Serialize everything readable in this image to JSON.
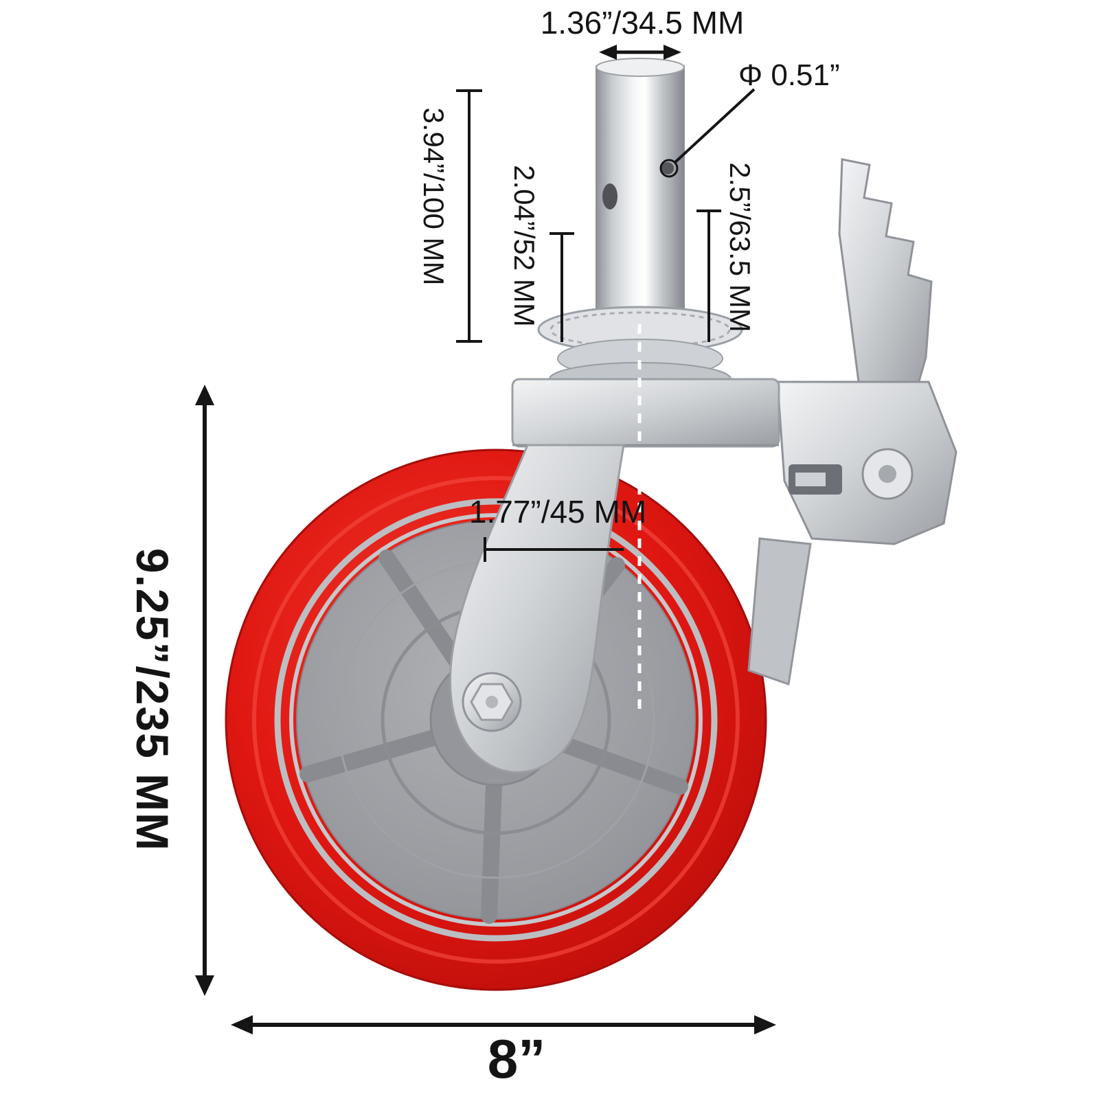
{
  "diagram": {
    "title": "scaffolding caster wheel with brake - dimension diagram",
    "labels": {
      "stem_width": "1.36”/34.5 MM",
      "hole_diameter": "Φ 0.51”",
      "stem_length": "3.94”/100 MM",
      "upper_section": "2.04”/52 MM",
      "lock_height": "2.5”/63.5 MM",
      "offset": "1.77”/45 MM",
      "overall_height": "9.25”/235 MM",
      "wheel_diameter": "8”"
    }
  },
  "colors": {
    "wheel_red": "#e01712",
    "hub_grey": "#9a9ca1",
    "metal_silver": "#d2d5d8",
    "dimension_line": "#151515",
    "centerline_dash": "#ffffff",
    "background": "#ffffff"
  }
}
